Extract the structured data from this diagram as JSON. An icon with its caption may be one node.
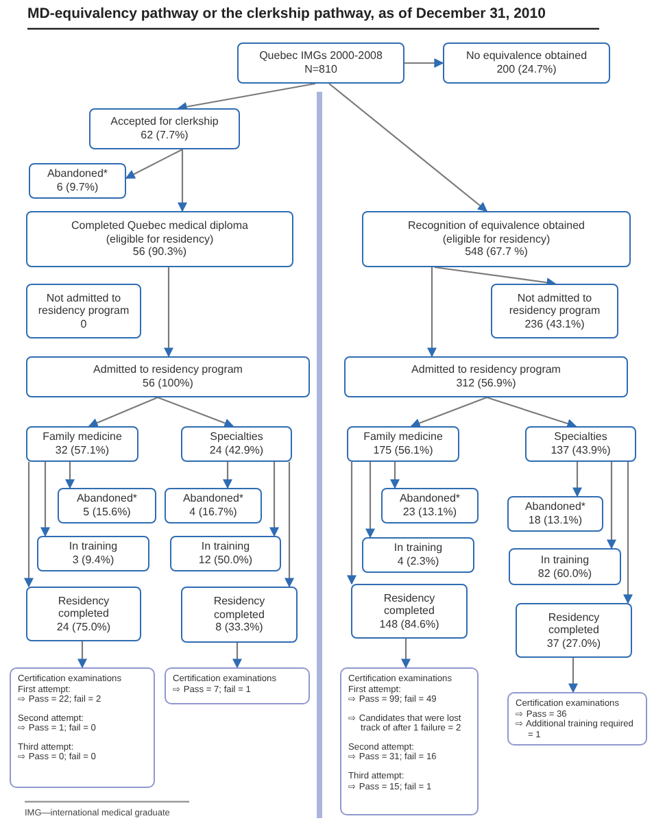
{
  "diagram": {
    "title": "MD-equivalency pathway or the clerkship pathway, as of December 31, 2010",
    "nodes": [
      {
        "text": [
          "Quebec IMGs 2000-2008",
          "N=810"
        ]
      },
      {
        "text": [
          "No equivalence obtained",
          "200 (24.7%)"
        ]
      },
      {
        "text": [
          "Accepted for clerkship",
          "62 (7.7%)"
        ]
      },
      {
        "text": [
          "Abandoned*",
          "6 (9.7%)"
        ]
      },
      {
        "text": [
          "Completed Quebec medical diploma (eligible for residency)",
          "56 (90.3%)"
        ]
      },
      {
        "text": [
          "Not admitted to residency program",
          "0"
        ]
      },
      {
        "text": [
          "Admitted to residency program",
          "56 (100%)"
        ]
      },
      {
        "text": [
          "Family medicine",
          "32 (57.1%)"
        ]
      },
      {
        "text": [
          "Specialties",
          "24 (42.9%)"
        ]
      },
      {
        "text": [
          "Abandoned*",
          "5 (15.6%)"
        ]
      },
      {
        "text": [
          "In training",
          "3 (9.4%)"
        ]
      },
      {
        "text": [
          "Residency completed",
          "24 (75.0%)"
        ]
      },
      {
        "text": [
          "Abandoned*",
          "4 (16.7%)"
        ]
      },
      {
        "text": [
          "In training",
          "12 (50.0%)"
        ]
      },
      {
        "text": [
          "Residency completed",
          "8 (33.3%)"
        ]
      },
      {
        "text": [
          "Certification examinations",
          "First attempt:",
          "⇨ Pass = 22; fail = 2",
          "Second attempt:",
          "⇨ Pass = 1; fail = 0",
          "Third attempt:",
          "⇨ Pass = 0; fail = 0"
        ]
      },
      {
        "text": [
          "Certification examinations",
          "⇨ Pass = 7; fail = 1"
        ]
      },
      {
        "text": [
          "Recognition of equivalence obtained (eligible for residency)",
          "548 (67.7 %)"
        ]
      },
      {
        "text": [
          "Not admitted to residency program",
          "236 (43.1%)"
        ]
      },
      {
        "text": [
          "Admitted to residency program",
          "312 (56.9%)"
        ]
      },
      {
        "text": [
          "Family medicine",
          "175 (56.1%)"
        ]
      },
      {
        "text": [
          "Specialties",
          "137 (43.9%)"
        ]
      },
      {
        "text": [
          "Abandoned*",
          "23 (13.1%)"
        ]
      },
      {
        "text": [
          "In training",
          "4 (2.3%)"
        ]
      },
      {
        "text": [
          "Residency completed",
          "148 (84.6%)"
        ]
      },
      {
        "text": [
          "Abandoned*",
          "18 (13.1%)"
        ]
      },
      {
        "text": [
          "In training",
          "82 (60.0%)"
        ]
      },
      {
        "text": [
          "Residency completed",
          "37 (27.0%)"
        ]
      },
      {
        "text": [
          "Certification examinations",
          "First attempt:",
          "⇨ Pass = 99; fail = 49",
          "⇨ Candidates that were lost track of after 1 failure = 2",
          "Second attempt:",
          "⇨ Pass = 31; fail = 16",
          "Third attempt:",
          "⇨ Pass = 15; fail = 1"
        ]
      },
      {
        "text": [
          "Certification examinations",
          "⇨ Pass = 36",
          "⇨ Additional training required = 1"
        ]
      }
    ],
    "edges": [
      {
        "from": 0,
        "to": 1,
        "arrow": "to"
      },
      {
        "from": 0,
        "to": 2,
        "arrow": "to"
      },
      {
        "from": 0,
        "to": 17,
        "arrow": "to"
      },
      {
        "from": 2,
        "to": 3,
        "arrow": "to"
      },
      {
        "from": 2,
        "to": 4,
        "arrow": "to"
      },
      {
        "from": 4,
        "to": 6,
        "arrow": "to"
      },
      {
        "from": 6,
        "to": 7,
        "arrow": "to"
      },
      {
        "from": 6,
        "to": 8,
        "arrow": "to"
      },
      {
        "from": 7,
        "to": 9,
        "arrow": "to"
      },
      {
        "from": 7,
        "to": 10,
        "arrow": "to"
      },
      {
        "from": 7,
        "to": 11,
        "arrow": "to"
      },
      {
        "from": 8,
        "to": 12,
        "arrow": "to"
      },
      {
        "from": 8,
        "to": 13,
        "arrow": "to"
      },
      {
        "from": 8,
        "to": 14,
        "arrow": "to"
      },
      {
        "from": 11,
        "to": 15,
        "arrow": "to"
      },
      {
        "from": 14,
        "to": 16,
        "arrow": "to"
      },
      {
        "from": 17,
        "to": 19,
        "arrow": "to"
      },
      {
        "from": 17,
        "to": 18,
        "arrow": "to"
      },
      {
        "from": 19,
        "to": 20,
        "arrow": "to"
      },
      {
        "from": 19,
        "to": 21,
        "arrow": "to"
      },
      {
        "from": 20,
        "to": 22,
        "arrow": "to"
      },
      {
        "from": 20,
        "to": 23,
        "arrow": "to"
      },
      {
        "from": 20,
        "to": 24,
        "arrow": "to"
      },
      {
        "from": 21,
        "to": 25,
        "arrow": "to"
      },
      {
        "from": 21,
        "to": 26,
        "arrow": "to"
      },
      {
        "from": 21,
        "to": 27,
        "arrow": "to"
      },
      {
        "from": 24,
        "to": 28,
        "arrow": "to"
      },
      {
        "from": 27,
        "to": 29,
        "arrow": "to"
      }
    ],
    "labels": [
      "IMG—international medical graduate"
    ]
  }
}
